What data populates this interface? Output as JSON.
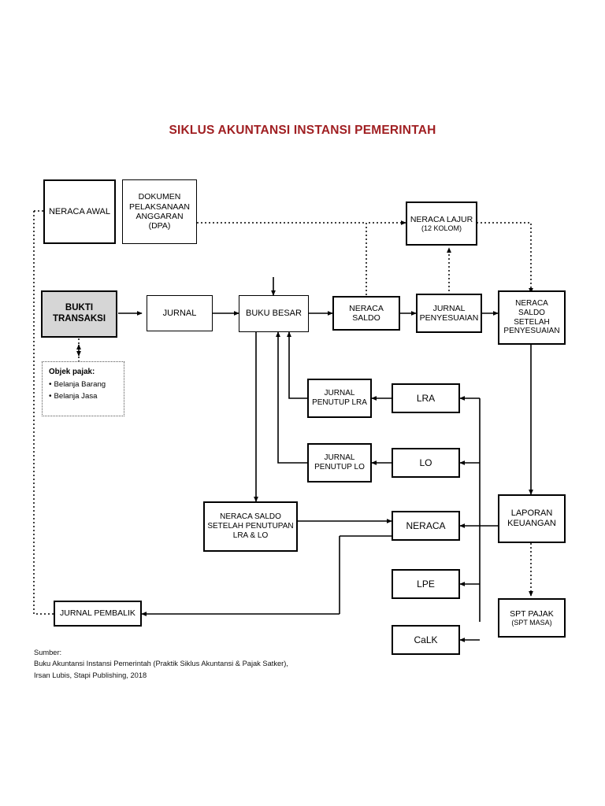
{
  "title": "SIKLUS AKUNTANSI INSTANSI PEMERINTAH",
  "title_color": "#a01f22",
  "shaded_color": "#d6d6d6",
  "nodes": {
    "neraca_awal": "NERACA AWAL",
    "dpa": "DOKUMEN PELAKSANAAN ANGGARAN (DPA)",
    "bukti_transaksi": "BUKTI TRANSAKSI",
    "jurnal": "JURNAL",
    "buku_besar": "BUKU BESAR",
    "neraca_saldo": "NERACA SALDO",
    "jurnal_penyesuaian": "JURNAL PENYESUAIAN",
    "neraca_lajur": "NERACA  LAJUR",
    "neraca_lajur_sub": "(12 KOLOM)",
    "neraca_saldo_setelah_penyesuaian": "NERACA SALDO SETELAH PENYESUAIAN",
    "jurnal_penutup_lra": "JURNAL PENUTUP LRA",
    "jurnal_penutup_lo": "JURNAL PENUTUP LO",
    "lra": "LRA",
    "lo": "LO",
    "neraca_saldo_setelah_penutupan": "NERACA SALDO SETELAH PENUTUPAN LRA & LO",
    "neraca": "NERACA",
    "lpe": "LPE",
    "calk": "CaLK",
    "laporan_keuangan": "LAPORAN KEUANGAN",
    "spt_pajak": "SPT PAJAK",
    "spt_pajak_sub": "(SPT MASA)",
    "jurnal_pembalik": "JURNAL PEMBALIK"
  },
  "note": {
    "heading": "Objek pajak:",
    "items": [
      "Belanja Barang",
      "Belanja Jasa"
    ]
  },
  "source": {
    "line1": "Sumber:",
    "line2": "Buku Akuntansi Instansi Pemerintah (Praktik Siklus Akuntansi & Pajak Satker),",
    "line3": "Irsan Lubis, Stapi Publishing, 2018"
  }
}
